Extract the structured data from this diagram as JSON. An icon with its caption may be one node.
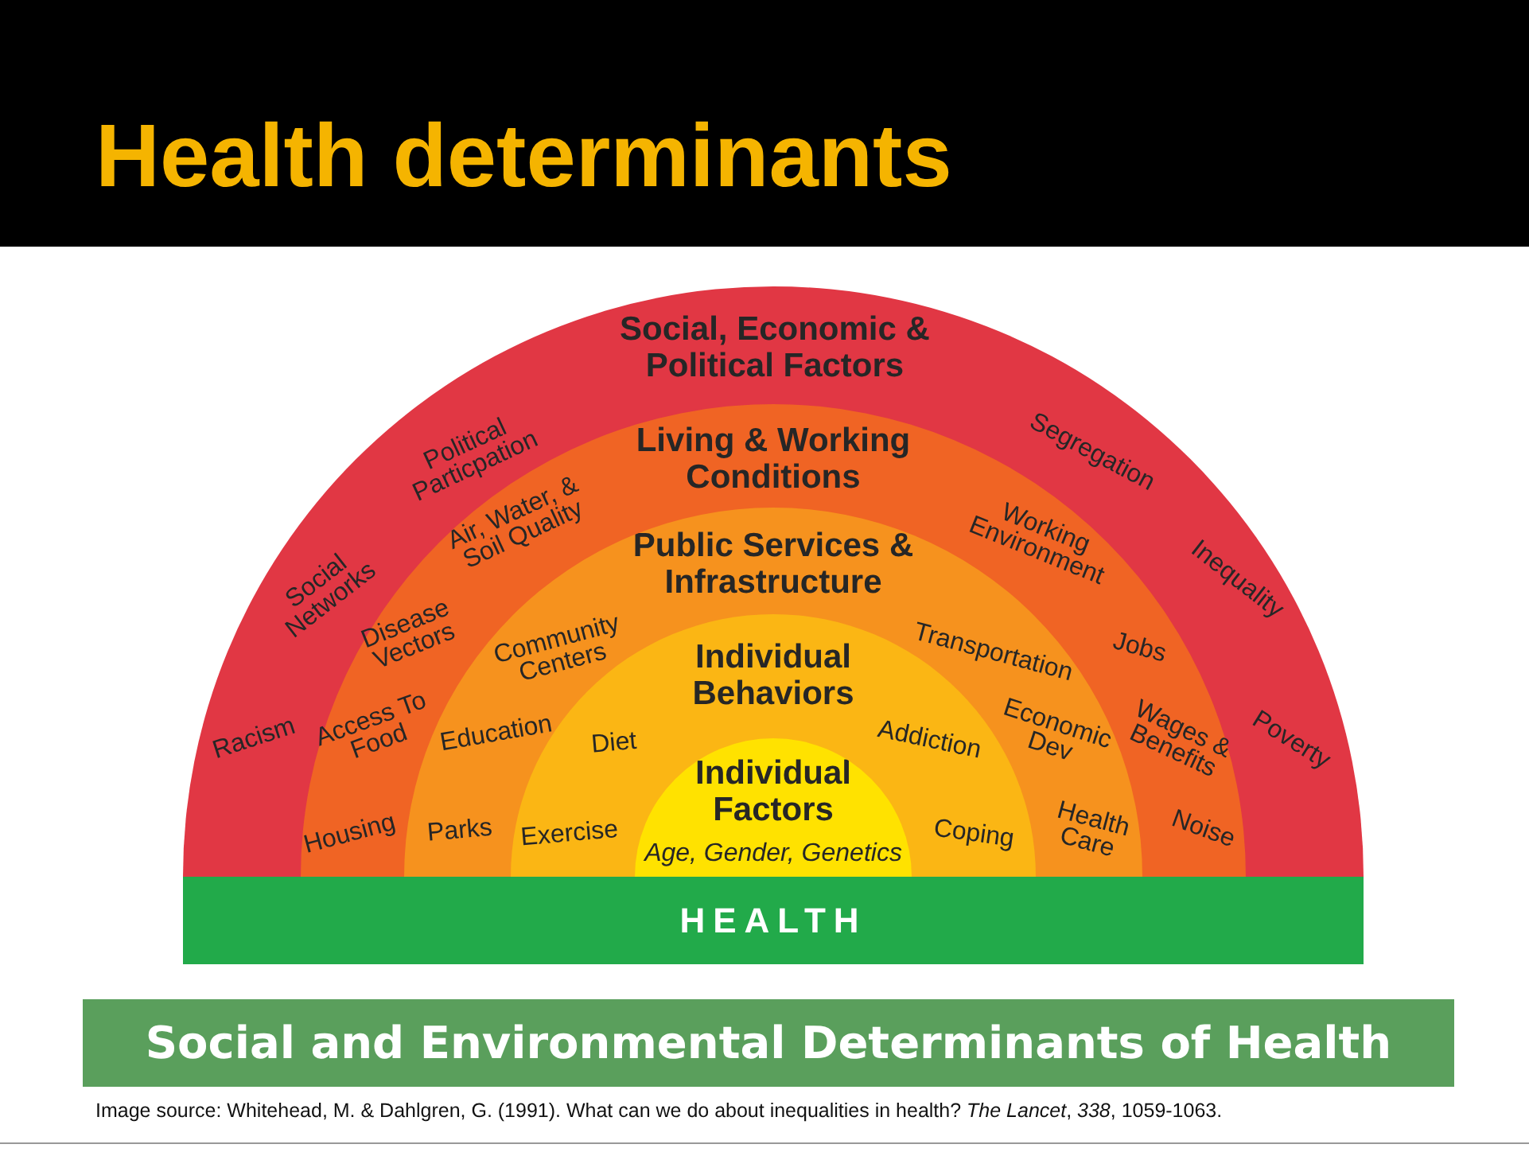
{
  "diagram": {
    "title": "Health determinants",
    "nodes": [
      {
        "text": [
          "Social, Economic & Political Factors"
        ]
      },
      {
        "text": [
          "Living & Working Conditions"
        ],
        "in": 0
      },
      {
        "text": [
          "Public Services & Infrastructure"
        ],
        "in": 1
      },
      {
        "text": [
          "Individual Behaviors"
        ],
        "in": 2
      },
      {
        "text": [
          "Individual Factors",
          "Age, Gender, Genetics"
        ],
        "in": 3
      },
      {
        "text": [
          "HEALTH"
        ]
      },
      {
        "text": [
          "Social and Environmental Determinants of Health"
        ]
      }
    ],
    "labels": [
      "Political Particpation",
      "Segregation",
      "Air, Water, & Soil Quality",
      "Working Environment",
      "Social Networks",
      "Inequality",
      "Disease Vectors",
      "Community Centers",
      "Transportation",
      "Jobs",
      "Racism",
      "Access To Food",
      "Education",
      "Diet",
      "Addiction",
      "Economic Dev",
      "Wages & Benefits",
      "Poverty",
      "Housing",
      "Parks",
      "Exercise",
      "Coping",
      "Health Care",
      "Noise",
      "Image source: Whitehead, M. & Dahlgren, G. (1991). What can we do about inequalities in health? *The Lancet*, *338*, 1059-1063."
    ]
  }
}
